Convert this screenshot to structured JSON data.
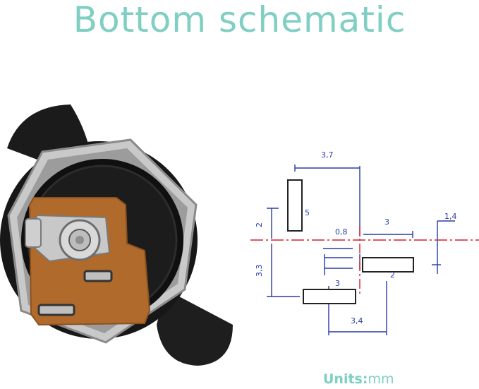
{
  "title": "Bottom schematic",
  "units": {
    "label": "Units:",
    "value": "mm"
  },
  "dimensions": {
    "d_3_7": "3,7",
    "d_2": "2",
    "d_5": "5",
    "d_0_8": "0,8",
    "d_3_top": "3",
    "d_1_4": "1,4",
    "d_3_3": "3,3",
    "d_pin2": "2",
    "d_3_bottom": "3",
    "d_3_4": "3,4"
  },
  "colors": {
    "title": "#7fcfc2",
    "dimension_lines": "#2b3aa8",
    "center_line": "#d6202a"
  }
}
